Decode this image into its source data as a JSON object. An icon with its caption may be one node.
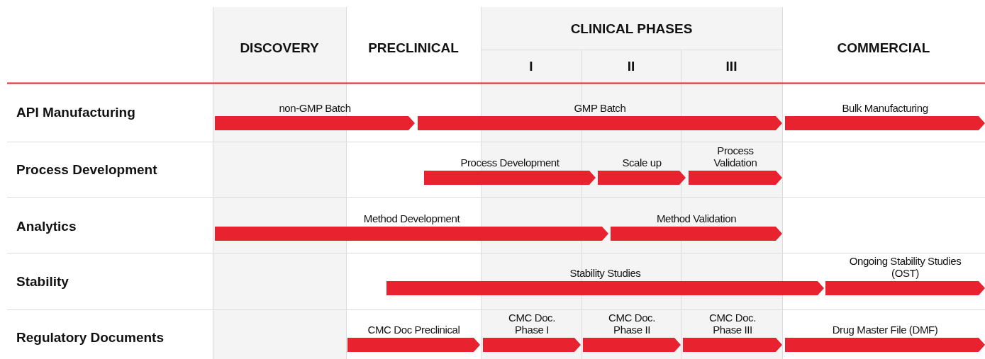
{
  "diagram": {
    "nodes": [
      {
        "text": [
          "non-GMP Batch"
        ]
      },
      {
        "text": [
          "GMP Batch"
        ]
      },
      {
        "text": [
          "Bulk Manufacturing"
        ]
      },
      {
        "text": [
          "Process Development"
        ]
      },
      {
        "text": [
          "Scale up"
        ]
      },
      {
        "text": [
          "Process Validation"
        ]
      },
      {
        "text": [
          "Method Development"
        ]
      },
      {
        "text": [
          "Method Validation"
        ]
      },
      {
        "text": [
          "Stability Studies"
        ]
      },
      {
        "text": [
          "Ongoing Stability Studies (OST)"
        ]
      },
      {
        "text": [
          "CMC Doc Preclinical"
        ]
      },
      {
        "text": [
          "CMC Doc. Phase I"
        ]
      },
      {
        "text": [
          "CMC Doc. Phase II"
        ]
      },
      {
        "text": [
          "CMC Doc. Phase III"
        ]
      },
      {
        "text": [
          "Drug Master File (DMF)"
        ]
      }
    ],
    "labels": [
      "DISCOVERY",
      "PRECLINICAL",
      "CLINICAL PHASES",
      "I",
      "II",
      "III",
      "COMMERCIAL",
      "API Manufacturing",
      "Process Development",
      "Analytics",
      "Stability",
      "Regulatory Documents"
    ]
  }
}
